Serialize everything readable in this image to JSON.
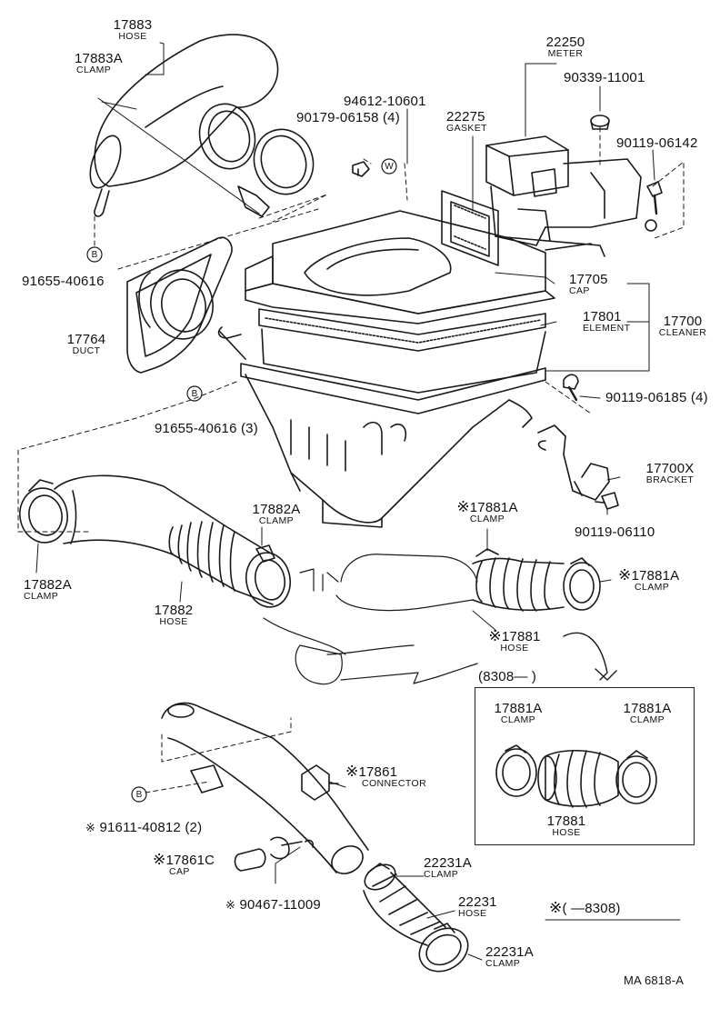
{
  "diagram_code": "MA  6818-A",
  "parts": {
    "hose_17883": {
      "number": "17883",
      "name": "HOSE"
    },
    "clamp_17883a": {
      "number": "17883A",
      "name": "CLAMP"
    },
    "bolt_90179": {
      "number": "90179-06158 (4)"
    },
    "washer_94612": {
      "number": "94612-10601"
    },
    "gasket_22275": {
      "number": "22275",
      "name": "GASKET"
    },
    "meter_22250": {
      "number": "22250",
      "name": "METER"
    },
    "cap_90339": {
      "number": "90339-11001"
    },
    "bolt_90119_06142": {
      "number": "90119-06142"
    },
    "clip_91655_top": {
      "number": "91655-40616"
    },
    "duct_17764": {
      "number": "17764",
      "name": "DUCT"
    },
    "clip_91655_3": {
      "number": "91655-40616 (3)"
    },
    "cap_17705": {
      "number": "17705",
      "name": "CAP"
    },
    "element_17801": {
      "number": "17801",
      "name": "ELEMENT"
    },
    "cleaner_17700": {
      "number": "17700",
      "name": "CLEANER"
    },
    "bolt_90119_06185": {
      "number": "90119-06185 (4)"
    },
    "bracket_17700x": {
      "number": "17700X",
      "name": "BRACKET"
    },
    "bolt_90119_06110": {
      "number": "90119-06110"
    },
    "clamp_17882a_top": {
      "number": "17882A",
      "name": "CLAMP"
    },
    "clamp_17882a_left": {
      "number": "17882A",
      "name": "CLAMP"
    },
    "hose_17882": {
      "number": "17882",
      "name": "HOSE"
    },
    "clamp_17881a_a": {
      "number": "17881A",
      "name": "CLAMP"
    },
    "clamp_17881a_b": {
      "number": "17881A",
      "name": "CLAMP"
    },
    "hose_17881": {
      "number": "17881",
      "name": "HOSE"
    },
    "connector_17861": {
      "number": "17861",
      "name": "CONNECTOR"
    },
    "clip_91611": {
      "number": "91611-40812 (2)"
    },
    "cap_17861c": {
      "number": "17861C",
      "name": "CAP"
    },
    "clamp_90467": {
      "number": "90467-11009"
    },
    "clamp_22231a_top": {
      "number": "22231A",
      "name": "CLAMP"
    },
    "hose_22231": {
      "number": "22231",
      "name": "HOSE"
    },
    "clamp_22231a_bottom": {
      "number": "22231A",
      "name": "CLAMP"
    }
  },
  "inset": {
    "range": "(8308—       )",
    "clamp_left": {
      "number": "17881A",
      "name": "CLAMP"
    },
    "clamp_right": {
      "number": "17881A",
      "name": "CLAMP"
    },
    "hose": {
      "number": "17881",
      "name": "HOSE"
    }
  },
  "legend": {
    "mark": "※",
    "range": "(        —8308)"
  },
  "callout_b": "B",
  "callout_w": "W"
}
